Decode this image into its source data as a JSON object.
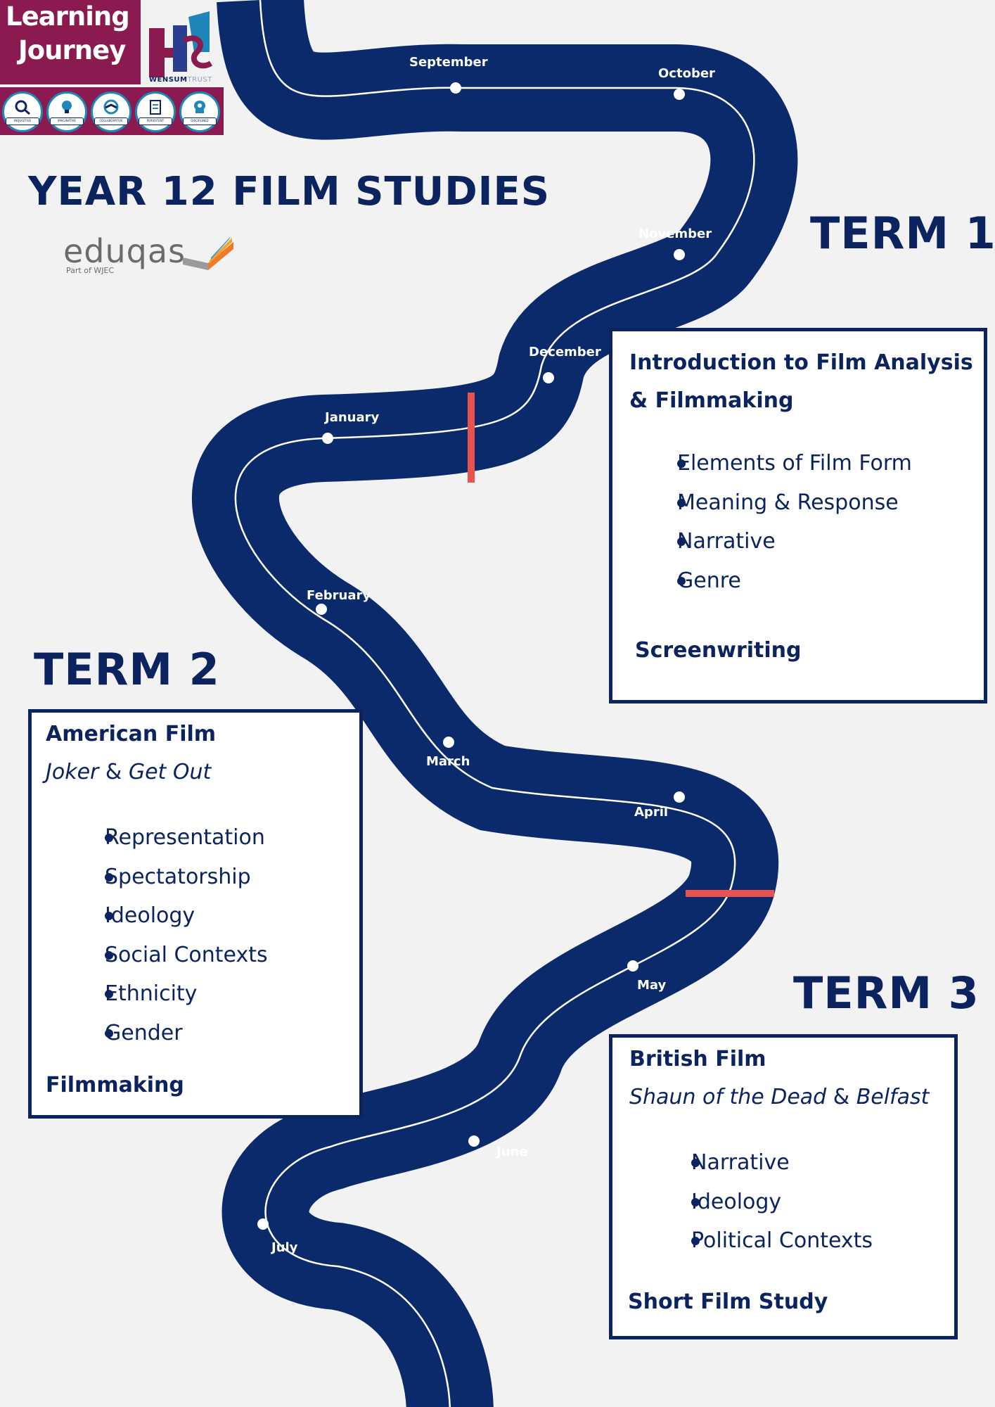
{
  "header": {
    "logo_line1": "Learning",
    "logo_line2": "Journey",
    "trust_name": "WENSUM",
    "trust_suffix": "TRUST",
    "values": [
      "INQUISITIVE",
      "IMAGINATIVE",
      "COLLABORATIVE",
      "PERSISTENT",
      "DISCIPLINED"
    ],
    "value_icons": [
      "magnifier-icon",
      "lightbulb-icon",
      "handshake-icon",
      "clipboard-icon",
      "head-gear-icon"
    ]
  },
  "title": "YEAR 12 FILM STUDIES",
  "exam_board": {
    "name": "eduqas",
    "tagline": "Part of WJEC"
  },
  "road": {
    "months": [
      "September",
      "October",
      "November",
      "December",
      "January",
      "February",
      "March",
      "April",
      "May",
      "June",
      "July"
    ],
    "colors": {
      "road": "#0b2a6b",
      "edge": "#ffffff",
      "term_divider": "#e8524f"
    }
  },
  "terms": [
    {
      "heading": "TERM 1",
      "title_lines": [
        "Introduction to Film Analysis",
        "& Filmmaking"
      ],
      "items": [
        "Elements of Film Form",
        "Meaning & Response",
        "Narrative",
        "Genre"
      ],
      "footer": "Screenwriting"
    },
    {
      "heading": "TERM 2",
      "title": "American Film",
      "film_a": "Joker",
      "joiner": " & ",
      "film_b": "Get Out",
      "items": [
        "Representation",
        "Spectatorship",
        "Ideology",
        "Social Contexts",
        "Ethnicity",
        "Gender"
      ],
      "footer": "Filmmaking"
    },
    {
      "heading": "TERM 3",
      "title": "British Film",
      "film_a": "Shaun of the Dead",
      "joiner": " & ",
      "film_b": "Belfast",
      "items": [
        "Narrative",
        "Ideology",
        "Political Contexts"
      ],
      "footer": "Short Film Study"
    }
  ],
  "colors": {
    "navy": "#0b2460",
    "logo_maroon": "#8a1a4f",
    "background": "#f2f2f3"
  }
}
